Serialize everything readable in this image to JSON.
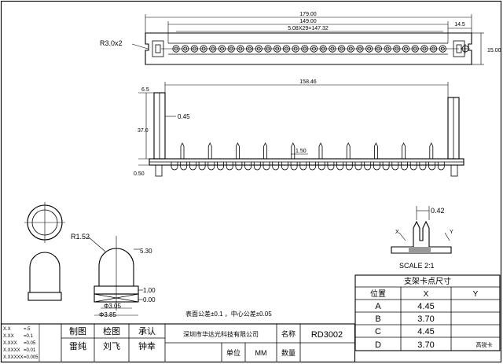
{
  "top_view": {
    "dim_overall": "179.00",
    "dim_inner": "149.00",
    "dim_pitch": "5.08X29=147.32",
    "dim_side": "14.5",
    "dim_height": "15.00",
    "radius_label": "R3.0x2"
  },
  "front_view": {
    "dim_length": "158.46",
    "dim_6_5": "6.5",
    "dim_thickness": "0.45",
    "dim_height": "37.0",
    "dim_bottom": "0.50",
    "dim_pin": "1.50"
  },
  "pin_detail": {
    "radius": "R1.52",
    "dim_top": "5.30",
    "dim_1": "1.00",
    "dim_0": "0.00",
    "dia_inner": "Φ3.05",
    "dia_outer": "Φ3.85"
  },
  "clip_detail": {
    "dim_width": "0.42",
    "label_x": "X",
    "label_y": "Y",
    "scale": "SCALE 2:1"
  },
  "tolerance_note": "表面公差±0.1  ，中心公差±0.05",
  "spec_table": {
    "title": "支架卡点尺寸",
    "headers": [
      "位置",
      "X",
      "Y"
    ],
    "rows": [
      {
        "pos": "A",
        "x": "4.45",
        "y": ""
      },
      {
        "pos": "B",
        "x": "3.70",
        "y": ""
      },
      {
        "pos": "C",
        "x": "4.45",
        "y": ""
      },
      {
        "pos": "D",
        "x": "3.70",
        "y": "高锐卡"
      }
    ]
  },
  "tolerance_block": [
    {
      "k": "X.X",
      "v": "=.5"
    },
    {
      "k": "X.XX",
      "v": "=0.1"
    },
    {
      "k": "X.XXX",
      "v": "=0.05"
    },
    {
      "k": "X.XXXX",
      "v": "=0.01"
    },
    {
      "k": "X.XXXXX",
      "v": "=0.005"
    }
  ],
  "title_block": {
    "draw_label": "制图",
    "check_label": "检图",
    "approve_label": "承认",
    "drawer": "雷纯",
    "checker": "刘飞",
    "approver": "钟幸",
    "company": "深圳市华达光科技有限公司",
    "name_label": "名称",
    "part_name": "RD3002",
    "unit_label": "单位",
    "unit_value": "MM",
    "qty_label": "数量"
  }
}
